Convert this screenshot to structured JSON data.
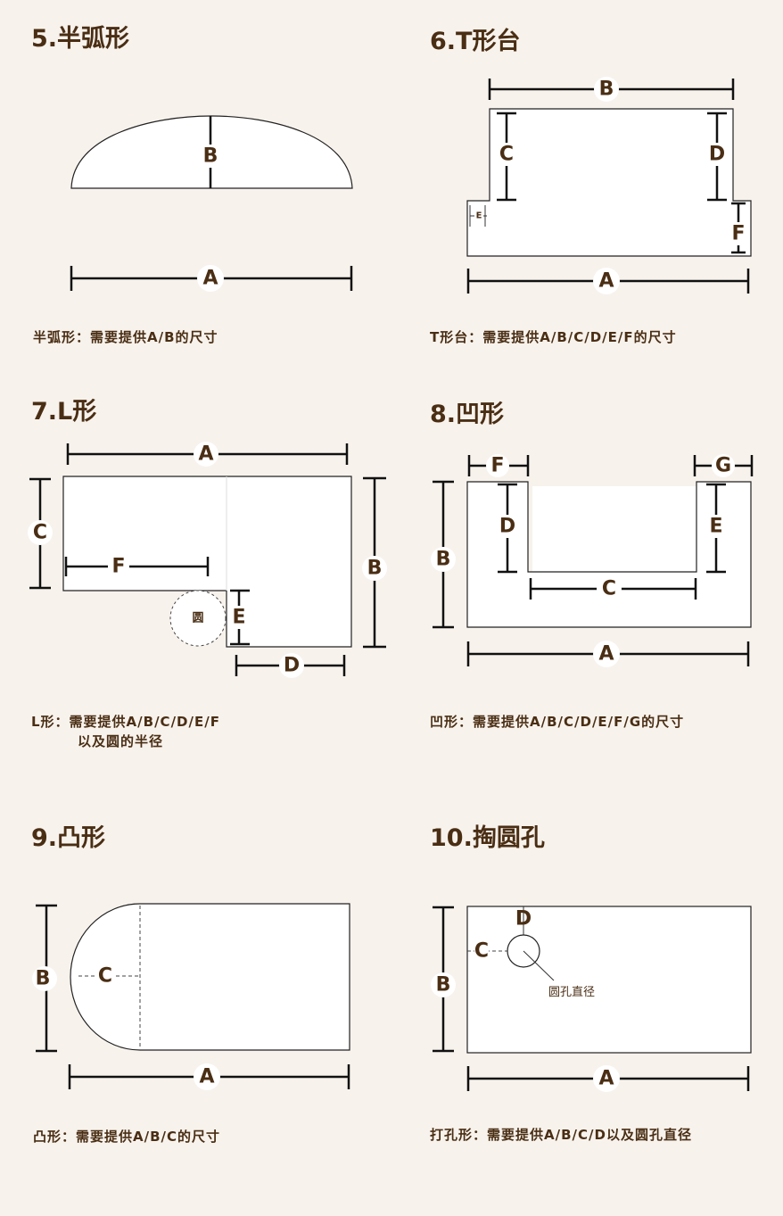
{
  "colors": {
    "background": "#f7f2ec",
    "text": "#4a2e14"
  },
  "sections": [
    {
      "title": "5.半弧形",
      "labels": [
        "A",
        "B"
      ],
      "caption": "半弧形：需要提供A/B的尺寸"
    },
    {
      "title": "6.T形台",
      "labels": [
        "A",
        "B",
        "C",
        "D",
        "E",
        "F"
      ],
      "caption": "T形台：需要提供A/B/C/D/E/F的尺寸"
    },
    {
      "title": "7.L形",
      "labels": [
        "A",
        "B",
        "C",
        "D",
        "E",
        "F"
      ],
      "circle_label": "圆",
      "caption": "L形：需要提供A/B/C/D/E/F",
      "caption2": "以及圆的半径"
    },
    {
      "title": "8.凹形",
      "labels": [
        "A",
        "B",
        "C",
        "D",
        "E",
        "F",
        "G"
      ],
      "caption": "凹形：需要提供A/B/C/D/E/F/G的尺寸"
    },
    {
      "title": "9.凸形",
      "labels": [
        "A",
        "B",
        "C"
      ],
      "caption": "凸形：需要提供A/B/C的尺寸"
    },
    {
      "title": "10.掏圆孔",
      "labels": [
        "A",
        "B",
        "C",
        "D"
      ],
      "hole_label": "圆孔直径",
      "caption": "打孔形：需要提供A/B/C/D以及圆孔直径"
    }
  ]
}
